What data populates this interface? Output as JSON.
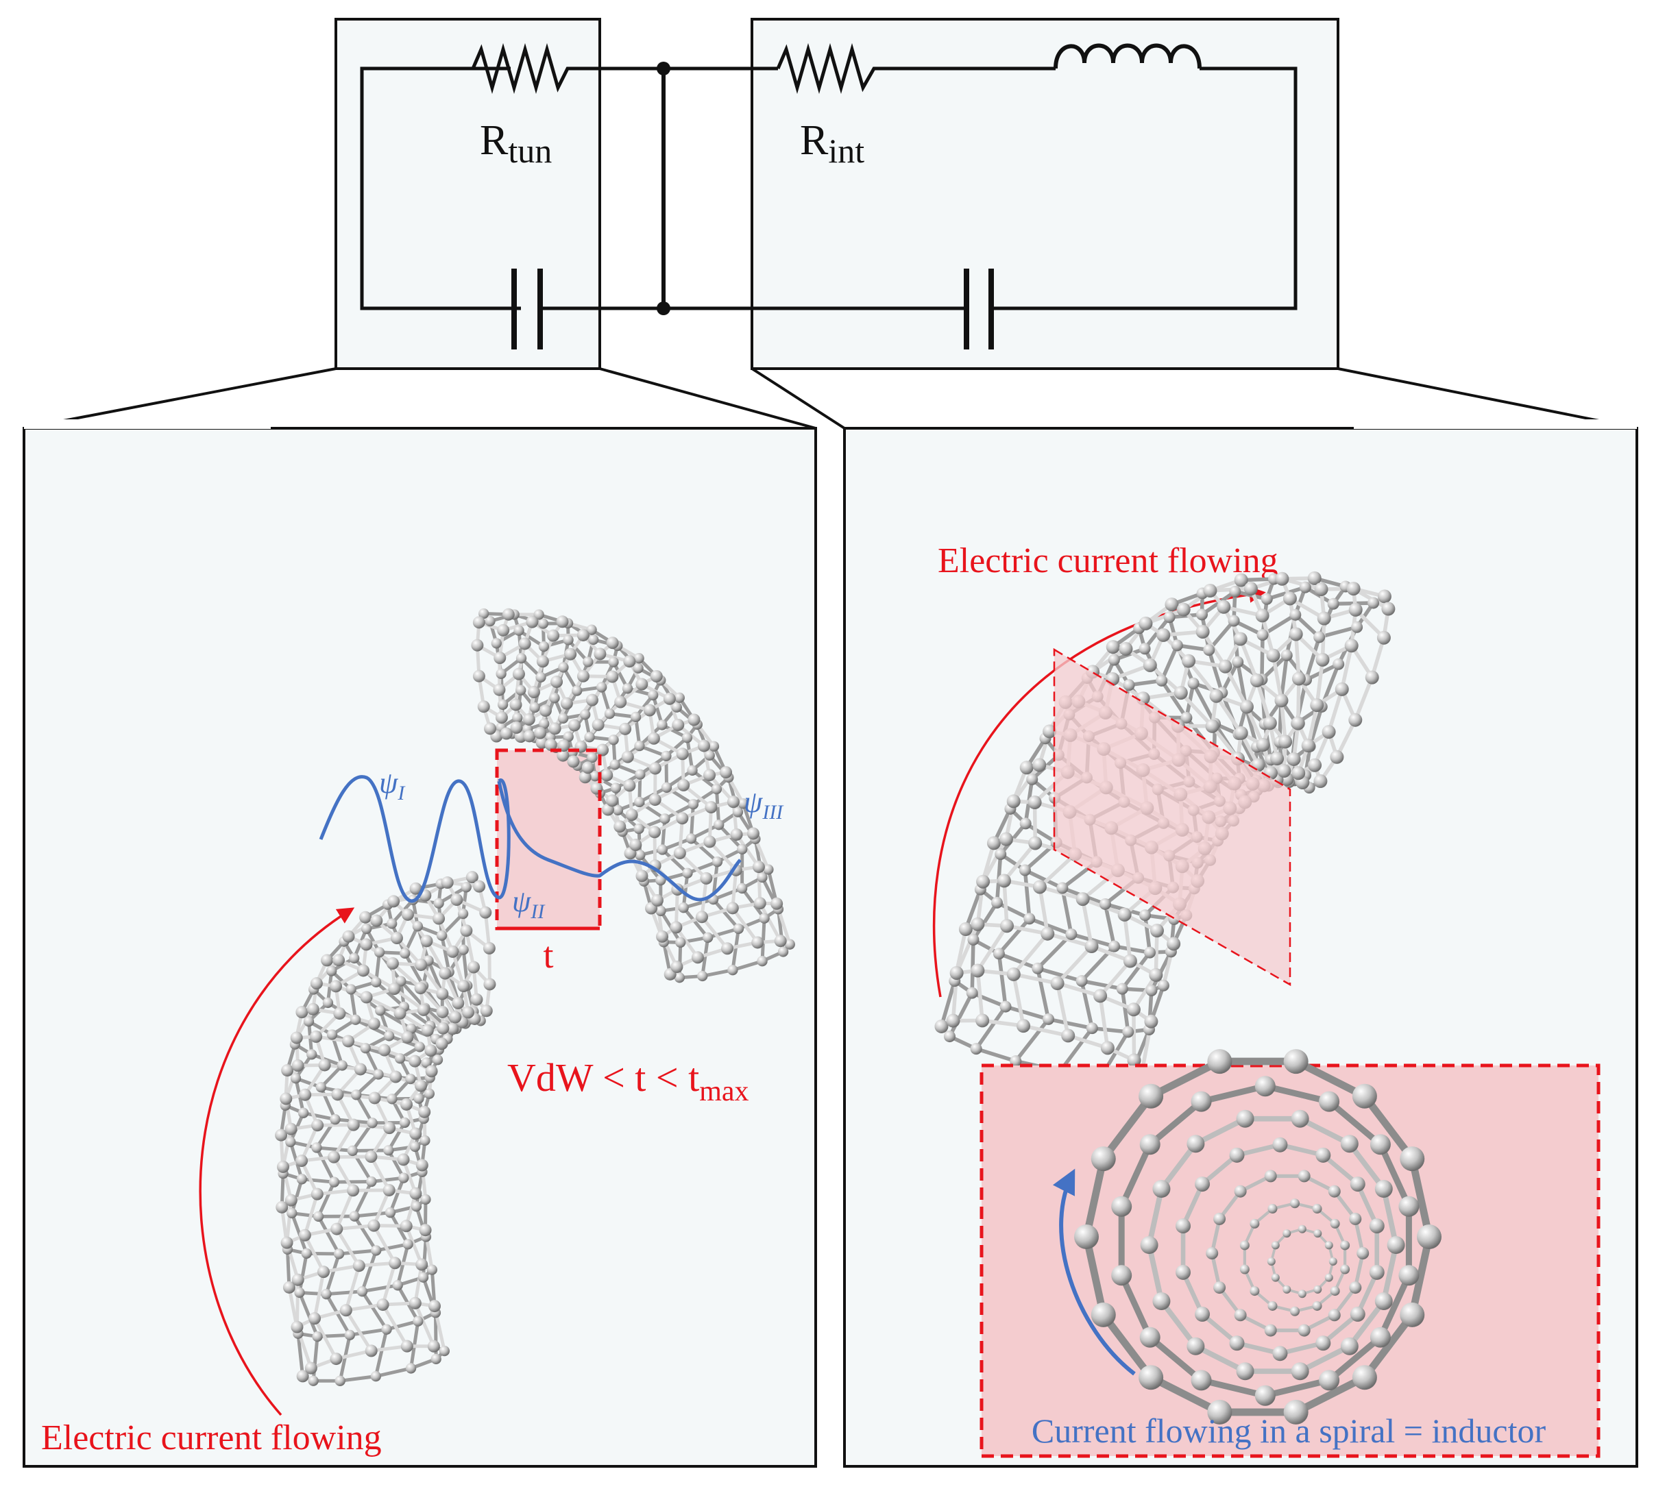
{
  "circuit": {
    "r_tun": {
      "main": "R",
      "sub": "tun"
    },
    "r_int": {
      "main": "R",
      "sub": "int"
    }
  },
  "left_panel": {
    "psi_1": {
      "main": "ψ",
      "sub": "I"
    },
    "psi_2": {
      "main": "ψ",
      "sub": "II"
    },
    "psi_3": {
      "main": "ψ",
      "sub": "III"
    },
    "thickness_label": "t",
    "condition": {
      "main": "VdW < t < t",
      "sub": "max"
    },
    "current_label": "Electric current flowing"
  },
  "right_panel": {
    "current_label": "Electric current flowing",
    "inset_caption": "Current flowing in a spiral = inductor"
  },
  "colors": {
    "red": "#e8141c",
    "blue": "#4472c4",
    "pink_fill": "#f4cccf",
    "panel_bg": "#f4f8f9",
    "line": "#111111",
    "atom": "#c9c9c9",
    "atom_dark": "#7a7a7a"
  }
}
